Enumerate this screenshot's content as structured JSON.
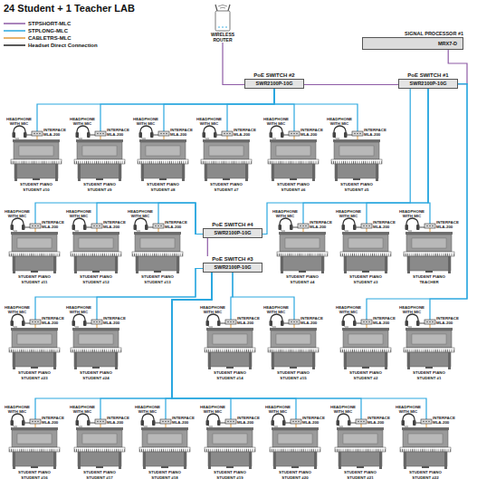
{
  "diagram": {
    "title": "24 Student + 1 Teacher LAB",
    "nodes": [
      {
        "text": [
          "WIRELESS ROUTER"
        ]
      },
      {
        "text": [
          "SIGNAL PROCESSOR #1",
          "MRX7-D"
        ]
      },
      {
        "text": [
          "PoE SWITCH #2",
          "SWR2100P-10G"
        ]
      },
      {
        "text": [
          "PoE SWITCH #1",
          "SWR2100P-10G"
        ]
      },
      {
        "text": [
          "HEADPHONE WITH MIC",
          "INTERFACE MLA-200",
          "STUDENT PIANO",
          "STUDENT #10"
        ]
      },
      {
        "text": [
          "HEADPHONE WITH MIC",
          "INTERFACE MLA-200",
          "STUDENT PIANO",
          "STUDENT #9"
        ]
      },
      {
        "text": [
          "HEADPHONE WITH MIC",
          "INTERFACE MLA-200",
          "STUDENT PIANO",
          "STUDENT #8"
        ]
      },
      {
        "text": [
          "HEADPHONE WITH MIC",
          "INTERFACE MLA-200",
          "STUDENT PIANO",
          "STUDENT #7"
        ]
      },
      {
        "text": [
          "HEADPHONE WITH MIC",
          "INTERFACE MLA-200",
          "STUDENT PIANO",
          "STUDENT #6"
        ]
      },
      {
        "text": [
          "HEADPHONE WITH MIC",
          "INTERFACE MLA-200",
          "STUDENT PIANO",
          "STUDENT #5"
        ]
      },
      {
        "text": [
          "HEADPHONE WITH MIC",
          "INTERFACE MLA-200",
          "STUDENT PIANO",
          "STUDENT #11"
        ]
      },
      {
        "text": [
          "HEADPHONE WITH MIC",
          "INTERFACE MLA-200",
          "STUDENT PIANO",
          "STUDENT #12"
        ]
      },
      {
        "text": [
          "HEADPHONE WITH MIC",
          "INTERFACE MLA-200",
          "STUDENT PIANO",
          "STUDENT #13"
        ]
      },
      {
        "text": [
          "PoE SWITCH #4",
          "SWR2100P-10G"
        ]
      },
      {
        "text": [
          "HEADPHONE WITH MIC",
          "INTERFACE MLA-200",
          "STUDENT PIANO",
          "STUDENT #4"
        ]
      },
      {
        "text": [
          "HEADPHONE WITH MIC",
          "INTERFACE MLA-200",
          "STUDENT PIANO",
          "STUDENT #3"
        ]
      },
      {
        "text": [
          "HEADPHONE WITH MIC",
          "INTERFACE MLA-200",
          "STUDENT PIANO",
          "TEACHER"
        ]
      },
      {
        "text": [
          "PoE SWITCH #3",
          "SWR2100P-10G"
        ]
      },
      {
        "text": [
          "HEADPHONE WITH MIC",
          "INTERFACE MLA-200",
          "STUDENT PIANO",
          "STUDENT #23"
        ]
      },
      {
        "text": [
          "HEADPHONE WITH MIC",
          "INTERFACE MLA-200",
          "STUDENT PIANO",
          "STUDENT #24"
        ]
      },
      {
        "text": [
          "HEADPHONE WITH MIC",
          "INTERFACE MLA-200",
          "STUDENT PIANO",
          "STUDENT #14"
        ]
      },
      {
        "text": [
          "HEADPHONE WITH MIC",
          "INTERFACE MLA-200",
          "STUDENT PIANO",
          "STUDENT #15"
        ]
      },
      {
        "text": [
          "HEADPHONE WITH MIC",
          "INTERFACE MLA-200",
          "STUDENT PIANO",
          "STUDENT #2"
        ]
      },
      {
        "text": [
          "HEADPHONE WITH MIC",
          "INTERFACE MLA-200",
          "STUDENT PIANO",
          "STUDENT #1"
        ]
      },
      {
        "text": [
          "HEADPHONE WITH MIC",
          "INTERFACE MLA-200",
          "STUDENT PIANO",
          "STUDENT #16"
        ]
      },
      {
        "text": [
          "HEADPHONE WITH MIC",
          "INTERFACE MLA-200",
          "STUDENT PIANO",
          "STUDENT #17"
        ]
      },
      {
        "text": [
          "HEADPHONE WITH MIC",
          "INTERFACE MLA-200",
          "STUDENT PIANO",
          "STUDENT #18"
        ]
      },
      {
        "text": [
          "HEADPHONE WITH MIC",
          "INTERFACE MLA-200",
          "STUDENT PIANO",
          "STUDENT #19"
        ]
      },
      {
        "text": [
          "HEADPHONE WITH MIC",
          "INTERFACE MLA-200",
          "STUDENT PIANO",
          "STUDENT #20"
        ]
      },
      {
        "text": [
          "HEADPHONE WITH MIC",
          "INTERFACE MLA-200",
          "STUDENT PIANO",
          "STUDENT #21"
        ]
      },
      {
        "text": [
          "HEADPHONE WITH MIC",
          "INTERFACE MLA-200",
          "STUDENT PIANO",
          "STUDENT #22"
        ]
      }
    ],
    "edges": [
      {
        "from": 0,
        "to": 2,
        "arrow": "none"
      },
      {
        "from": 2,
        "to": 3,
        "arrow": "none"
      },
      {
        "from": 3,
        "to": 1,
        "arrow": "none"
      },
      {
        "from": 3,
        "to": 13,
        "arrow": "none"
      },
      {
        "from": 13,
        "to": 17,
        "arrow": "none"
      },
      {
        "from": 2,
        "to": 4,
        "arrow": "none"
      },
      {
        "from": 2,
        "to": 5,
        "arrow": "none"
      },
      {
        "from": 2,
        "to": 6,
        "arrow": "none"
      },
      {
        "from": 2,
        "to": 7,
        "arrow": "none"
      },
      {
        "from": 2,
        "to": 8,
        "arrow": "none"
      },
      {
        "from": 2,
        "to": 9,
        "arrow": "none"
      },
      {
        "from": 3,
        "to": 14,
        "arrow": "none"
      },
      {
        "from": 3,
        "to": 15,
        "arrow": "none"
      },
      {
        "from": 3,
        "to": 16,
        "arrow": "none"
      },
      {
        "from": 3,
        "to": 22,
        "arrow": "none"
      },
      {
        "from": 3,
        "to": 23,
        "arrow": "none"
      },
      {
        "from": 13,
        "to": 10,
        "arrow": "none"
      },
      {
        "from": 13,
        "to": 11,
        "arrow": "none"
      },
      {
        "from": 13,
        "to": 12,
        "arrow": "none"
      },
      {
        "from": 17,
        "to": 18,
        "arrow": "none"
      },
      {
        "from": 17,
        "to": 19,
        "arrow": "none"
      },
      {
        "from": 17,
        "to": 20,
        "arrow": "none"
      },
      {
        "from": 17,
        "to": 21,
        "arrow": "none"
      },
      {
        "from": 17,
        "to": 24,
        "arrow": "none"
      },
      {
        "from": 17,
        "to": 25,
        "arrow": "none"
      },
      {
        "from": 17,
        "to": 26,
        "arrow": "none"
      },
      {
        "from": 17,
        "to": 27,
        "arrow": "none"
      },
      {
        "from": 17,
        "to": 28,
        "arrow": "none"
      },
      {
        "from": 17,
        "to": 29,
        "arrow": "none"
      },
      {
        "from": 17,
        "to": 30,
        "arrow": "none"
      }
    ],
    "legend": [
      {
        "text": "STPSHORT-MLC",
        "color": "#8e5ba6"
      },
      {
        "text": "STPLONG-MLC",
        "color": "#2aa7df"
      },
      {
        "text": "CABLETRS-MLC",
        "color": "#e09a3c"
      },
      {
        "text": "Headset Direct Connection",
        "color": "#222222"
      }
    ]
  }
}
